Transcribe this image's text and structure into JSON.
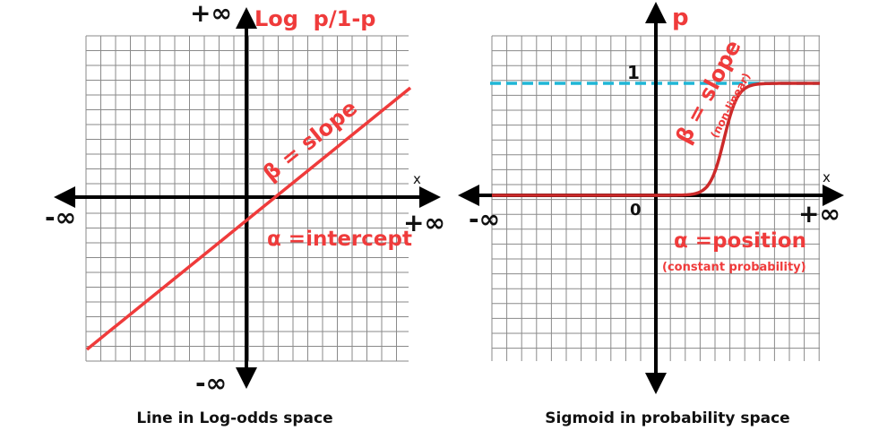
{
  "colors": {
    "grid": "#8a8a8a",
    "axis": "#000000",
    "curve": "#ef3b3b",
    "curve_dark": "#cc2a2a",
    "asymptote": "#1fb6d6",
    "text_red": "#ef3b3b",
    "text_dark": "#111111"
  },
  "left_panel": {
    "axis_top_label": "+∞",
    "axis_bottom_label": "-∞",
    "axis_left_label": "-∞",
    "axis_right_label": "+∞",
    "x_label": "x",
    "y_label": "Log  p/1-p",
    "slope_label": "β = slope",
    "intercept_label": "α =intercept",
    "caption": "Line in Log-odds space",
    "line": {
      "shape": "straight",
      "slope": "positive",
      "y_intercept": "below zero"
    }
  },
  "right_panel": {
    "y_label": "p",
    "x_label": "x",
    "axis_left_label": "-∞",
    "axis_right_label": "+∞",
    "origin_label": "0",
    "one_label": "1",
    "slope_label": "β = slope",
    "slope_note": "(non-linear)",
    "position_label": "α =position",
    "position_note": "(constant probability)",
    "caption": "Sigmoid in probability space",
    "curve": {
      "shape": "sigmoid",
      "lower_asymptote": 0,
      "upper_asymptote": 1
    }
  }
}
